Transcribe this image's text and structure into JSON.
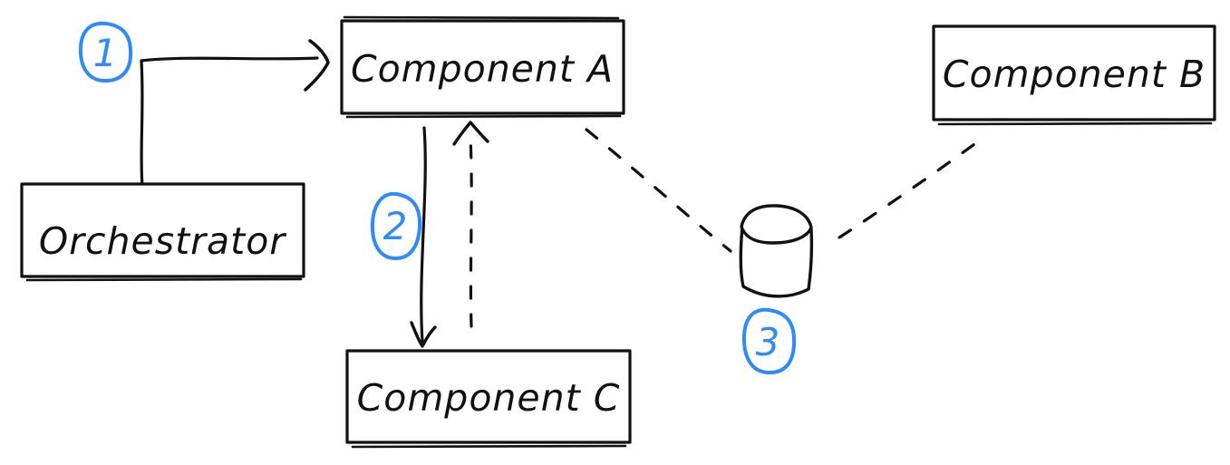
{
  "diagram": {
    "type": "hand-drawn-architecture-sketch",
    "colors": {
      "ink": "#111111",
      "annotation_blue": "#2F8BFA",
      "background": "#FFFFFF"
    },
    "nodes": {
      "orchestrator": {
        "label": "Orchestrator"
      },
      "component_a": {
        "label": "Component A"
      },
      "component_b": {
        "label": "Component B"
      },
      "component_c": {
        "label": "Component C"
      },
      "database": {
        "shape": "cylinder"
      }
    },
    "steps": {
      "step1": {
        "label": "1"
      },
      "step2": {
        "label": "2"
      },
      "step3": {
        "label": "3"
      }
    },
    "edges": [
      {
        "from": "Orchestrator",
        "to": "Component A",
        "style": "solid",
        "arrow": "to",
        "step": "1"
      },
      {
        "from": "Component A",
        "to": "Component C",
        "style": "solid",
        "arrow": "to",
        "step": "2"
      },
      {
        "from": "Component C",
        "to": "Component A",
        "style": "dashed",
        "arrow": "to"
      },
      {
        "from": "Component A",
        "to": "database",
        "style": "dashed",
        "arrow": "none"
      },
      {
        "from": "database",
        "to": "Component B",
        "style": "dashed",
        "arrow": "none",
        "step": "3"
      }
    ]
  }
}
